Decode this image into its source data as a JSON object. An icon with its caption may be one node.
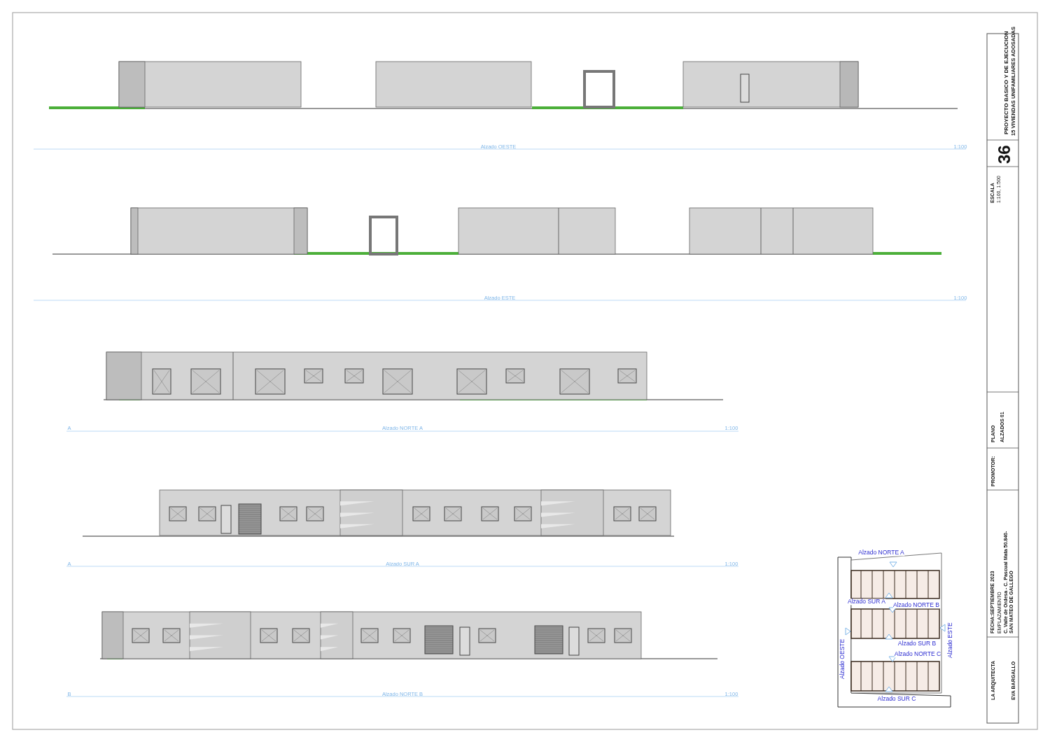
{
  "diagram": {
    "labels": [
      "Alzado OESTE",
      "1:100",
      "Alzado ESTE",
      "1:100",
      "A",
      "Alzado NORTE A",
      "1:100",
      "A",
      "Alzado SUR A",
      "1:100",
      "B",
      "Alzado NORTE B",
      "1:100",
      "Alzado NORTE A",
      "Alzado SUR A",
      "Alzado NORTE B",
      "Alzado OESTE",
      "Alzado ESTE",
      "Alzado SUR B",
      "Alzado NORTE C",
      "Alzado SUR C",
      "PROYECTO BASICO Y DE EJECUCION",
      "15 VIVIENDAS UNIFAMILIARES ADOSADAS",
      "36",
      "ESCALA",
      "1:100, 1:500",
      "PLANO",
      "ALZADOS 01",
      "PROMOTOR:",
      "LA ARQUITECTA",
      "FECHA:SEPTIEMBRE 2023",
      "EMPLAZAMIENTO",
      "C. Valle de Ordesa - C. Pascual Mata 50.840-SAN MATEO DE GALLEGO",
      "EVA BARGALLO"
    ]
  }
}
